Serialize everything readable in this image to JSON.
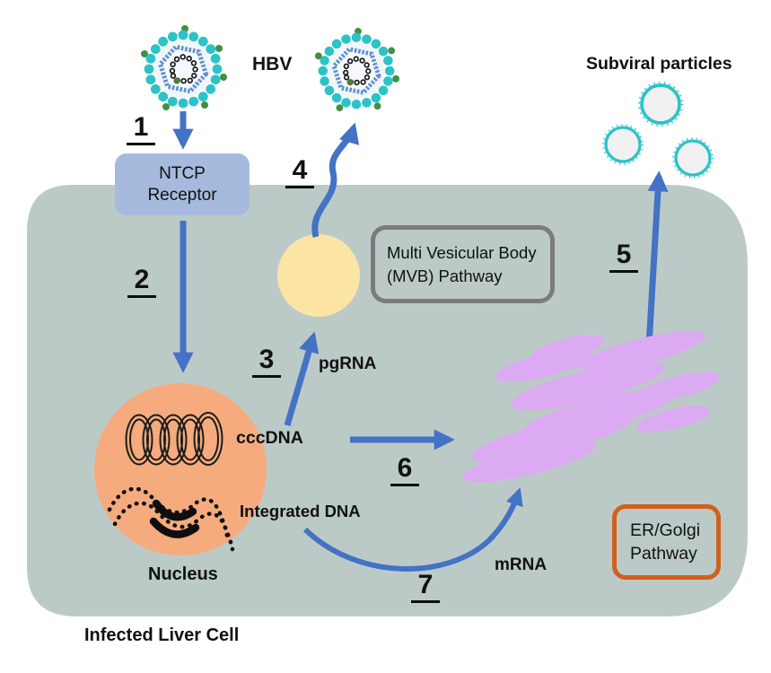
{
  "diagram_title": "Infected Liver Cell",
  "labels": {
    "hbv": "HBV",
    "subviral_particles": "Subviral particles",
    "ntcp_receptor": {
      "text": "NTCP Receptor",
      "lines": [
        "NTCP",
        "Receptor"
      ]
    },
    "mvb_pathway": {
      "text": "Multi Vesicular Body (MVB) Pathway",
      "lines": [
        "Multi Vesicular Body",
        "(MVB) Pathway"
      ]
    },
    "er_golgi_pathway": {
      "text": "ER/Golgi Pathway",
      "lines": [
        "ER/Golgi",
        "Pathway"
      ]
    },
    "cccdna": "cccDNA",
    "integrated_dna": "Integrated DNA",
    "nucleus": "Nucleus",
    "pgrna": "pgRNA",
    "mrna": "mRNA",
    "infected_liver_cell": "Infected Liver Cell"
  },
  "steps": [
    {
      "n": "1"
    },
    {
      "n": "2"
    },
    {
      "n": "3"
    },
    {
      "n": "4"
    },
    {
      "n": "5"
    },
    {
      "n": "6"
    },
    {
      "n": "7"
    }
  ],
  "icons": {
    "virion": "hbv-virion-icon",
    "subviral_particle": "subviral-particle-icon",
    "cccdna_coil": "cccdna-coil-icon",
    "integrated_dna_squiggle": "integrated-dna-icon",
    "golgi_stack": "er-golgi-stack-icon"
  },
  "colors": {
    "cell": "#bccac7",
    "nucleus": "#f5ab7d",
    "vesicle": "#fce5a4",
    "golgi": "#dcaaf2",
    "arrow": "#4472c4",
    "receptor": "#a6badd",
    "gray_border": "#7b7b7b",
    "orange_border": "#d1601d",
    "teal": "#2cc3c8",
    "capsid": "#5e8fd0"
  }
}
